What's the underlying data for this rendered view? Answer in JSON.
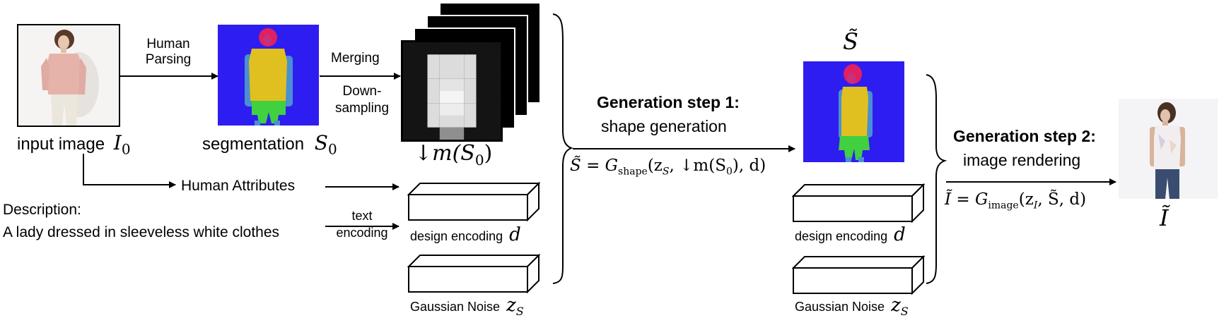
{
  "inputs": {
    "image_label": "input image",
    "image_symbol": "I",
    "image_symbol_sub": "0"
  },
  "parsing": {
    "line1": "Human",
    "line2": "Parsing",
    "seg_label": "segmentation",
    "seg_symbol": "S",
    "seg_symbol_sub": "0"
  },
  "merging": {
    "merge_label": "Merging",
    "down_line1": "Down-",
    "down_line2": "sampling",
    "map_label": "↓m(S",
    "map_label_sub": "0",
    "map_label_end": ")"
  },
  "attributes": {
    "label": "Human Attributes"
  },
  "description": {
    "heading": "Description:",
    "text": "A lady dressed in sleeveless white clothes",
    "enc_line1": "text",
    "enc_line2": "encoding"
  },
  "encodings": {
    "design_label": "design encoding",
    "design_symbol": "d",
    "noise_label": "Gaussian Noise",
    "noise_symbol": "z",
    "noise_symbol_sub": "S"
  },
  "step1": {
    "title": "Generation step 1:",
    "subtitle": "shape generation",
    "equation_lhs": "S̃ = G",
    "equation_sub": "shape",
    "equation_rest": "(z",
    "equation_rest_sub": "S",
    "equation_tail": ", ↓m(S",
    "equation_tail_sub": "0",
    "equation_end": "), d)",
    "output_symbol": "S̃"
  },
  "step2": {
    "title": "Generation step 2:",
    "subtitle": "image rendering",
    "equation_lhs": "Ĩ = G",
    "equation_sub": "image",
    "equation_rest": "(z",
    "equation_rest_sub": "I",
    "equation_tail": ", S̃, d)",
    "output_symbol": "Ĩ"
  },
  "colors": {
    "seg_background": "#2e1df0",
    "seg_hair": "#e02060",
    "seg_skin": "#4a90d0",
    "seg_top": "#e0c020",
    "seg_pants": "#40d040"
  }
}
